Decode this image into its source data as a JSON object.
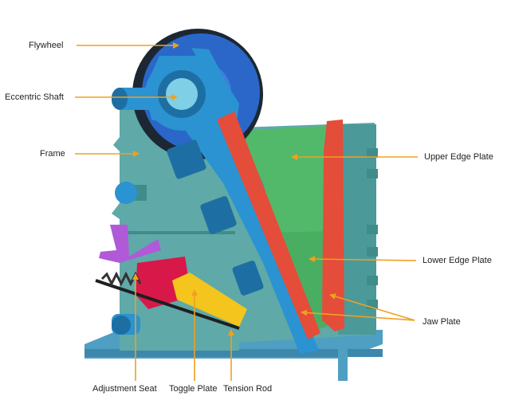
{
  "labels": {
    "flywheel": "Flywheel",
    "eccentric_shaft": "Eccentric Shaft",
    "frame": "Frame",
    "upper_edge_plate": "Upper Edge Plate",
    "lower_edge_plate": "Lower Edge Plate",
    "jaw_plate": "Jaw Plate",
    "adjustment_seat": "Adjustment Seat",
    "toggle_plate": "Toggle Plate",
    "tension_rod": "Tension Rod"
  },
  "colors": {
    "arrow": "#f0a020",
    "frame": "#5fa9a8",
    "frame_dark": "#3f8c8b",
    "pitman": "#2b93d1",
    "pitman_dark": "#1d6fa3",
    "green_plate": "#52b96a",
    "red_plate": "#e34d3a",
    "flywheel": "#2a67c9",
    "flywheel_rim": "#1d2733",
    "adjustment_seat": "#d9184a",
    "toggle_plate": "#f4c51c",
    "wedge": "#b05ad8",
    "tension_rod": "#1f1f1f"
  },
  "icons": [
    "arrow-icon"
  ]
}
